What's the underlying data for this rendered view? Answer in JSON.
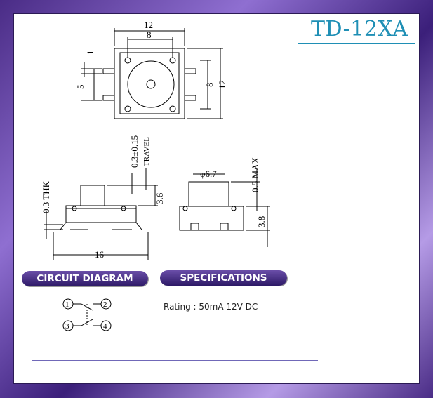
{
  "title": "TD-12XA",
  "headers": {
    "circuit": "CIRCUIT DIAGRAM",
    "specs": "SPECIFICATIONS"
  },
  "rating": "Rating : 50mA 12V DC",
  "dims": {
    "top_width": "12",
    "inner_width": "8",
    "pin_one": "1",
    "pin_spacing": "5",
    "inner_height": "8",
    "outer_height": "12",
    "travel": "0.3±0.15",
    "travel_label": "TRAVEL",
    "thk": "0.3 THK",
    "height": "3.6",
    "length": "16",
    "diameter": "φ6.7",
    "max": "0.5 MAX",
    "side_height": "3.8"
  },
  "pins": [
    "1",
    "2",
    "3",
    "4"
  ],
  "colors": {
    "title": "#1f8fb5",
    "frame": "#4a2c86",
    "pill": "#3b2478"
  }
}
